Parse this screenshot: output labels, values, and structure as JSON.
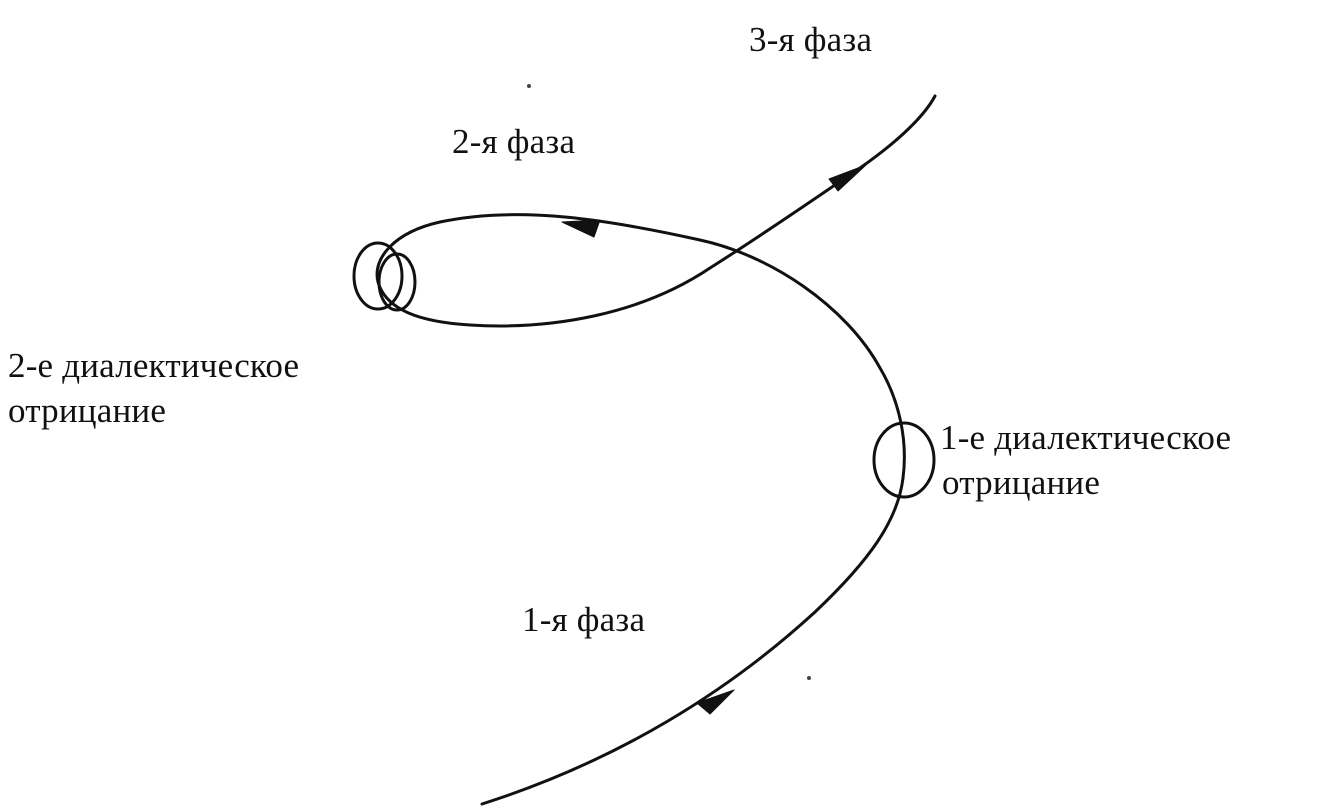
{
  "diagram": {
    "phases": [
      {
        "id": "phase-3",
        "label": "3-я фаза"
      },
      {
        "id": "phase-2",
        "label": "2-я фаза"
      },
      {
        "id": "phase-1",
        "label": "1-я фаза"
      }
    ],
    "negations": [
      {
        "id": "negation-2",
        "line1": "2-е диалектическое",
        "line2": "отрицание"
      },
      {
        "id": "negation-1",
        "line1": "1-е диалектическое",
        "line2": "отрицание"
      }
    ]
  }
}
